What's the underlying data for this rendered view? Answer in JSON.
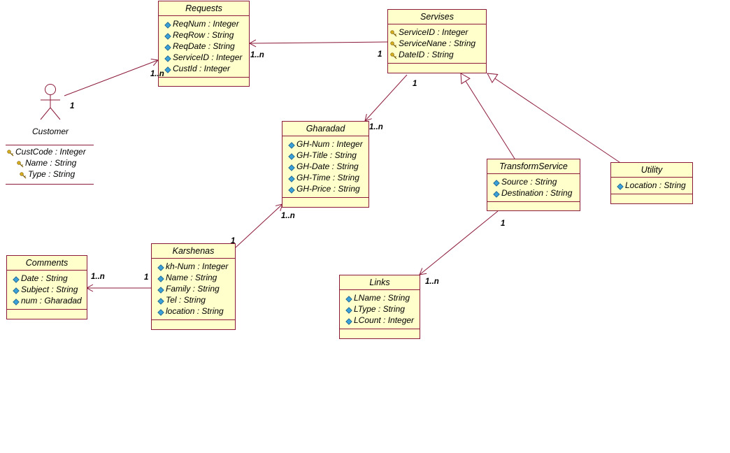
{
  "diagram": {
    "classes": {
      "requests": {
        "name": "Requests",
        "attrs": [
          {
            "icon": "diamond",
            "text": "ReqNum : Integer"
          },
          {
            "icon": "diamond",
            "text": "ReqRow : String"
          },
          {
            "icon": "diamond",
            "text": "ReqDate : String"
          },
          {
            "icon": "diamond",
            "text": "ServiceID : Integer"
          },
          {
            "icon": "diamond",
            "text": "CustId : Integer"
          }
        ]
      },
      "servises": {
        "name": "Servises",
        "attrs": [
          {
            "icon": "key",
            "text": "ServiceID : Integer"
          },
          {
            "icon": "key",
            "text": "ServiceNane : String"
          },
          {
            "icon": "key",
            "text": "DateID : String"
          }
        ]
      },
      "gharadad": {
        "name": "Gharadad",
        "attrs": [
          {
            "icon": "diamond",
            "text": "GH-Num : Integer"
          },
          {
            "icon": "diamond",
            "text": "GH-Title : String"
          },
          {
            "icon": "diamond",
            "text": "GH-Date : String"
          },
          {
            "icon": "diamond",
            "text": "GH-Time : String"
          },
          {
            "icon": "diamond",
            "text": "GH-Price : String"
          }
        ]
      },
      "transform": {
        "name": "TransformService",
        "attrs": [
          {
            "icon": "diamond",
            "text": "Source : String"
          },
          {
            "icon": "diamond",
            "text": "Destination : String"
          }
        ]
      },
      "utility": {
        "name": "Utility",
        "attrs": [
          {
            "icon": "diamond",
            "text": "Location : String"
          }
        ]
      },
      "karshenas": {
        "name": "Karshenas",
        "attrs": [
          {
            "icon": "diamond",
            "text": "kh-Num : Integer"
          },
          {
            "icon": "diamond",
            "text": "Name : String"
          },
          {
            "icon": "diamond",
            "text": "Family : String"
          },
          {
            "icon": "diamond",
            "text": "Tel : String"
          },
          {
            "icon": "diamond",
            "text": "location : String"
          }
        ]
      },
      "comments": {
        "name": "Comments",
        "attrs": [
          {
            "icon": "diamond",
            "text": "Date : String"
          },
          {
            "icon": "diamond",
            "text": "Subject : String"
          },
          {
            "icon": "diamond",
            "text": "num : Gharadad"
          }
        ]
      },
      "links": {
        "name": "Links",
        "attrs": [
          {
            "icon": "diamond",
            "text": "LName : String"
          },
          {
            "icon": "diamond",
            "text": "LType : String"
          },
          {
            "icon": "diamond",
            "text": "LCount : Integer"
          }
        ]
      }
    },
    "actor": {
      "name": "Customer",
      "attrs": [
        {
          "icon": "key",
          "text": "CustCode : Integer"
        },
        {
          "icon": "key",
          "text": "Name : String"
        },
        {
          "icon": "key",
          "text": "Type : String"
        }
      ]
    },
    "multiplicities": {
      "customer_requests_from": "1",
      "customer_requests_to": "1..n",
      "servises_requests_from": "1",
      "servises_requests_to": "1..n",
      "servises_gharadad_from": "1",
      "servises_gharadad_to": "1..n",
      "karshenas_gharadad_from": "1",
      "karshenas_gharadad_to": "1..n",
      "karshenas_comments_from": "1",
      "karshenas_comments_to": "1..n",
      "transform_links_from": "1",
      "transform_links_to": "1..n"
    },
    "colors": {
      "class_fill": "#ffffcc",
      "line": "#8b1a3a",
      "diamond_icon": "#3aa0d8",
      "key_icon": "#d8b020"
    }
  }
}
